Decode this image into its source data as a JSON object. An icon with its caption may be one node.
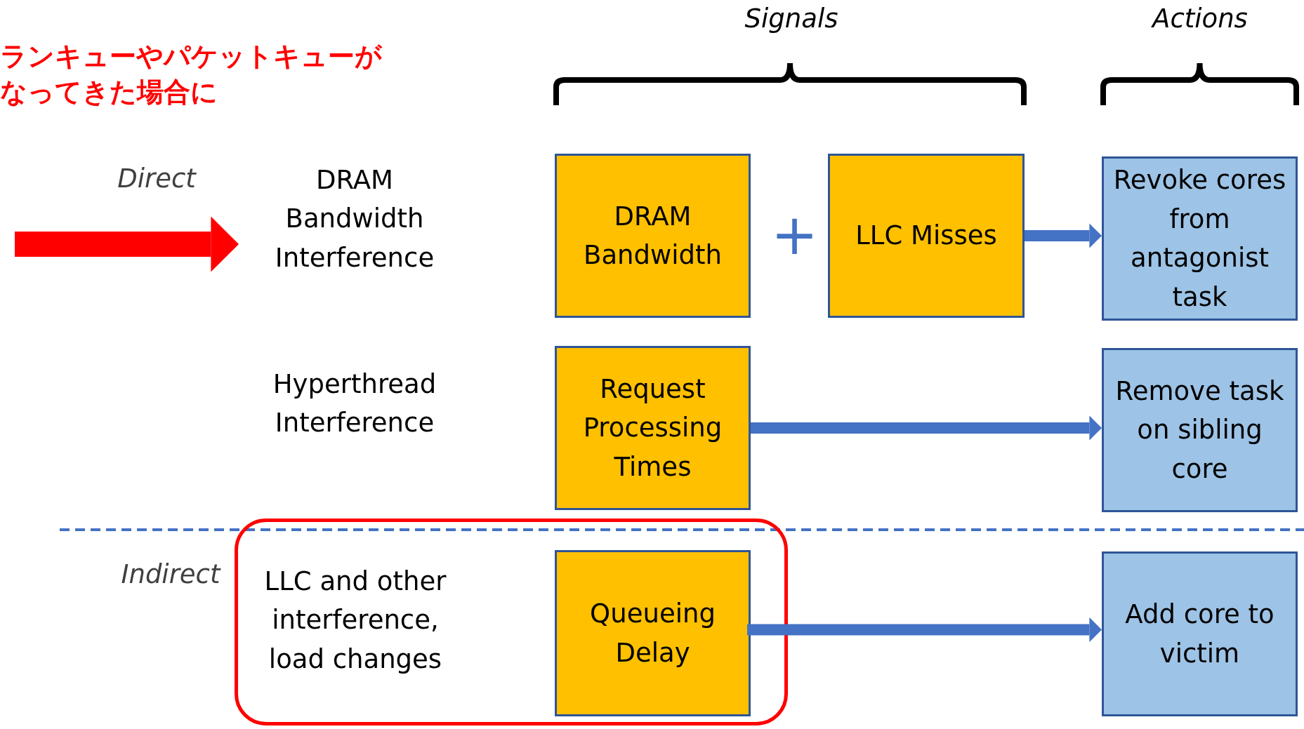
{
  "diagram": {
    "nodes": [
      {
        "text": [
          "DRAM Bandwidth Interference"
        ]
      },
      {
        "text": [
          "DRAM Bandwidth"
        ]
      },
      {
        "text": [
          "LLC Misses"
        ]
      },
      {
        "text": [
          "Revoke cores from antagonist task"
        ]
      },
      {
        "text": [
          "Hyperthread Interference"
        ]
      },
      {
        "text": [
          "Request Processing Times"
        ]
      },
      {
        "text": [
          "Remove task on sibling core"
        ]
      },
      {
        "text": [],
        "shape": "box"
      },
      {
        "text": [
          "LLC and other interference, load changes"
        ],
        "in": 7
      },
      {
        "text": [
          "Queueing Delay"
        ],
        "in": 7
      },
      {
        "text": [
          "Add core to victim"
        ]
      }
    ],
    "edges": [
      {
        "from": null,
        "to": 0,
        "arrow": "to",
        "style": "thick",
        "color": "#ff0000"
      },
      {
        "from": 2,
        "to": 3,
        "arrow": "to"
      },
      {
        "from": 5,
        "to": 6,
        "arrow": "to"
      },
      {
        "from": 9,
        "to": 10,
        "arrow": "to"
      }
    ],
    "labels": [
      "ランキューやパケットキューがなってきた場合に",
      "Signals",
      "Actions",
      "Direct",
      "+",
      "Indirect"
    ]
  }
}
